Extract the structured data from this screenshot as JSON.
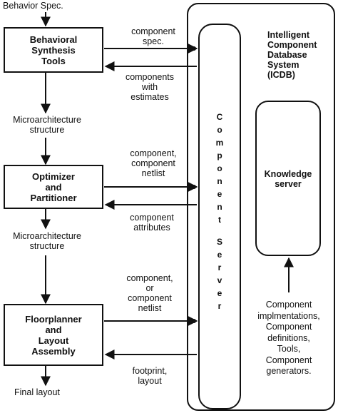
{
  "inputs": {
    "behavior_spec": "Behavior Spec."
  },
  "outputs": {
    "final_layout": "Final layout"
  },
  "tools": {
    "behavioral_synthesis": [
      "Behavioral",
      "Synthesis",
      "Tools"
    ],
    "optimizer": [
      "Optimizer",
      "and",
      "Partitioner"
    ],
    "floorplanner": [
      "Floorplanner",
      "and",
      "Layout",
      "Assembly"
    ]
  },
  "flows": {
    "microarch_1": [
      "Microarchitecture",
      "structure"
    ],
    "microarch_2": [
      "Microarchitecture",
      "structure"
    ]
  },
  "messages": {
    "component_spec": [
      "component",
      "spec."
    ],
    "components_with_estimates": [
      "components",
      "with",
      "estimates"
    ],
    "component_netlist_1": [
      "component,",
      "component",
      "netlist"
    ],
    "component_attributes": [
      "component",
      "attributes"
    ],
    "component_or_netlist": [
      "component,",
      "or",
      "component",
      "netlist"
    ],
    "footprint_layout": [
      "footprint,",
      "layout"
    ]
  },
  "icdb": {
    "title": [
      "Intelligent",
      "Component",
      "Database",
      "System",
      "(ICDB)"
    ],
    "component_server": [
      "C",
      "o",
      "m",
      "p",
      "o",
      "n",
      "e",
      "n",
      "t"
    ],
    "server_word": [
      "S",
      "e",
      "r",
      "v",
      "e",
      "r"
    ],
    "knowledge_server": [
      "Knowledge",
      "server"
    ],
    "contents": [
      "Component",
      "implmentations,",
      "Component",
      "definitions,",
      "Tools,",
      "Component",
      "generators."
    ]
  }
}
